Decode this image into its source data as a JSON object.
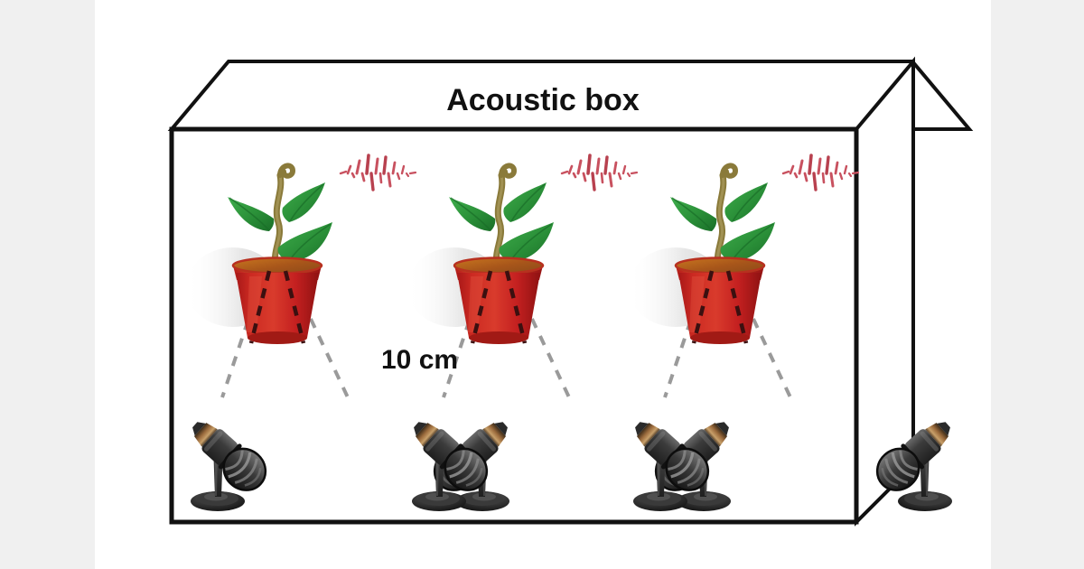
{
  "figure": {
    "kind": "experimental-setup-diagram",
    "background_color": "#ffffff",
    "margin_color": "#f0f0f0"
  },
  "box": {
    "label": "Acoustic box",
    "stroke_color": "#111111",
    "fill_color": "#ffffff",
    "stroke_width": 4
  },
  "annotations": {
    "distance_label": "10 cm"
  },
  "colors": {
    "pot_red": "#cc2222",
    "pot_red_dark": "#9c1414",
    "pot_rim": "#d8402c",
    "soil": "#b5651d",
    "leaf_green": "#2f9b3e",
    "leaf_green_dark": "#1d7a2c",
    "stem_brown": "#8a7a3a",
    "wave_red": "#c8515f",
    "mic_dark": "#2e2e2e",
    "mic_mid": "#4a4a4a",
    "mic_light": "#6e6e6e",
    "mic_connector": "#7a5533",
    "dash_line": "#9a9a9a",
    "dash_line_pot": "#3b1010",
    "shadow": "#e2e2e2"
  },
  "stations": [
    {
      "id": "station-1",
      "plant": {
        "pot_label": "",
        "has_waveform": true
      },
      "microphones": [
        {
          "id": "mic-1-left",
          "orientation": "left"
        },
        {
          "id": "mic-1-right",
          "orientation": "right"
        }
      ]
    },
    {
      "id": "station-2",
      "plant": {
        "pot_label": "",
        "has_waveform": true
      },
      "microphones": [
        {
          "id": "mic-2-left",
          "orientation": "left"
        },
        {
          "id": "mic-2-right",
          "orientation": "right"
        }
      ]
    },
    {
      "id": "station-3",
      "plant": {
        "pot_label": "",
        "has_waveform": true
      },
      "microphones": [
        {
          "id": "mic-3-left",
          "orientation": "left"
        },
        {
          "id": "mic-3-right",
          "orientation": "right"
        }
      ]
    }
  ]
}
